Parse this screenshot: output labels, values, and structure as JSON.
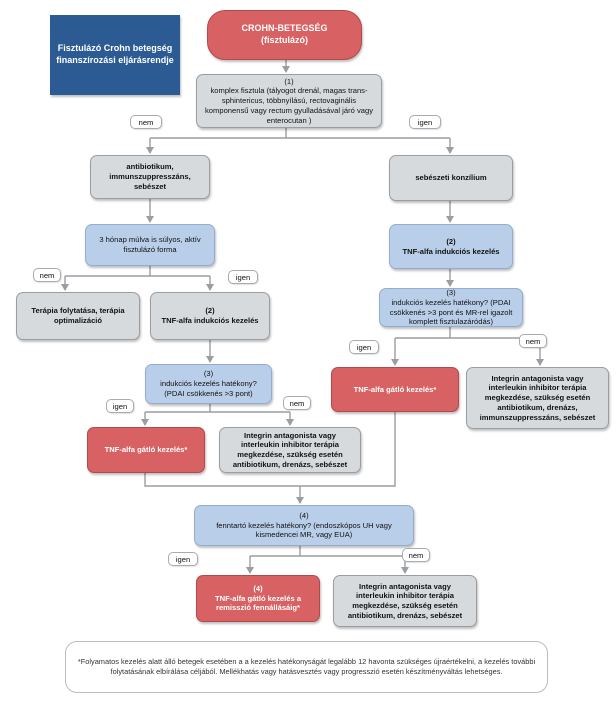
{
  "title_panel": "Fisztulázó Crohn betegség finanszírozási eljárásrendje",
  "nodes": {
    "start": "CROHN-BETEGSÉG\n(fisztulázó)",
    "q1": "(1)\nkomplex fisztula (tályogot drenál, magas trans-sphintericus, többnyílású, rectovaginális komponensű vagy rectum gyulladásával járó vagy enterocutan )",
    "left_therapy": "antibiotikum,\nimmunszuppresszáns,\nsebészet",
    "left_q_active": "3 hónap múlva is súlyos, aktív fisztulázó forma",
    "left_continue": "Terápia folytatása, terápia optimalizáció",
    "left_induction": "(2)\nTNF-alfa indukciós kezelés",
    "left_q3": "(3)\nindukciós kezelés hatékony?\n(PDAI csökkenés >3 pont)",
    "left_tnf": "TNF-alfa gátló kezelés*",
    "left_integrin": "Integrin antagonista vagy interleukin inhibitor terápia megkezdése, szükség esetén antibiotikum, drenázs, sebészet",
    "right_surgery": "sebészeti konzílium",
    "right_induction": "(2)\nTNF-alfa indukciós kezelés",
    "right_q3": "(3)\nindukciós kezelés hatékony? (PDAI csökkenés >3 pont és MR-rel igazolt komplett fisztulazáródás)",
    "right_tnf": "TNF-alfa gátló kezelés*",
    "right_integrin": "Integrin antagonista vagy interleukin inhibitor terápia megkezdése, szükség esetén antibiotikum, drenázs, immunszuppresszáns, sebészet",
    "q4": "(4)\nfenntartó kezelés hatékony? (endoszkópos UH vagy kismedencei MR, vagy EUA)",
    "tnf_remission": "(4)\nTNF-alfa gátló kezelés a remisszió fennállásáig*",
    "final_integrin": "Integrin antagonista vagy interleukin inhibitor terápia megkezdése, szükség esetén antibiotikum, drenázs, sebészet"
  },
  "labels": {
    "no": "nem",
    "yes": "igen"
  },
  "footnote": "*Folyamatos kezelés alatt álló betegek esetében a a kezelés hatékonyságát legalább 12 havonta szükséges újraértékelni, a kezelés további folytatásának elbírálása céljából. Mellékhatás vagy hatásvesztés vagy progresszió esetén készítményváltás lehetséges.",
  "colors": {
    "start_red": "#d76163",
    "question_blue": "#b9cfe9",
    "step_gray": "#d7dadd",
    "title_blue": "#2c5a93",
    "connector": "#9a9da1"
  }
}
